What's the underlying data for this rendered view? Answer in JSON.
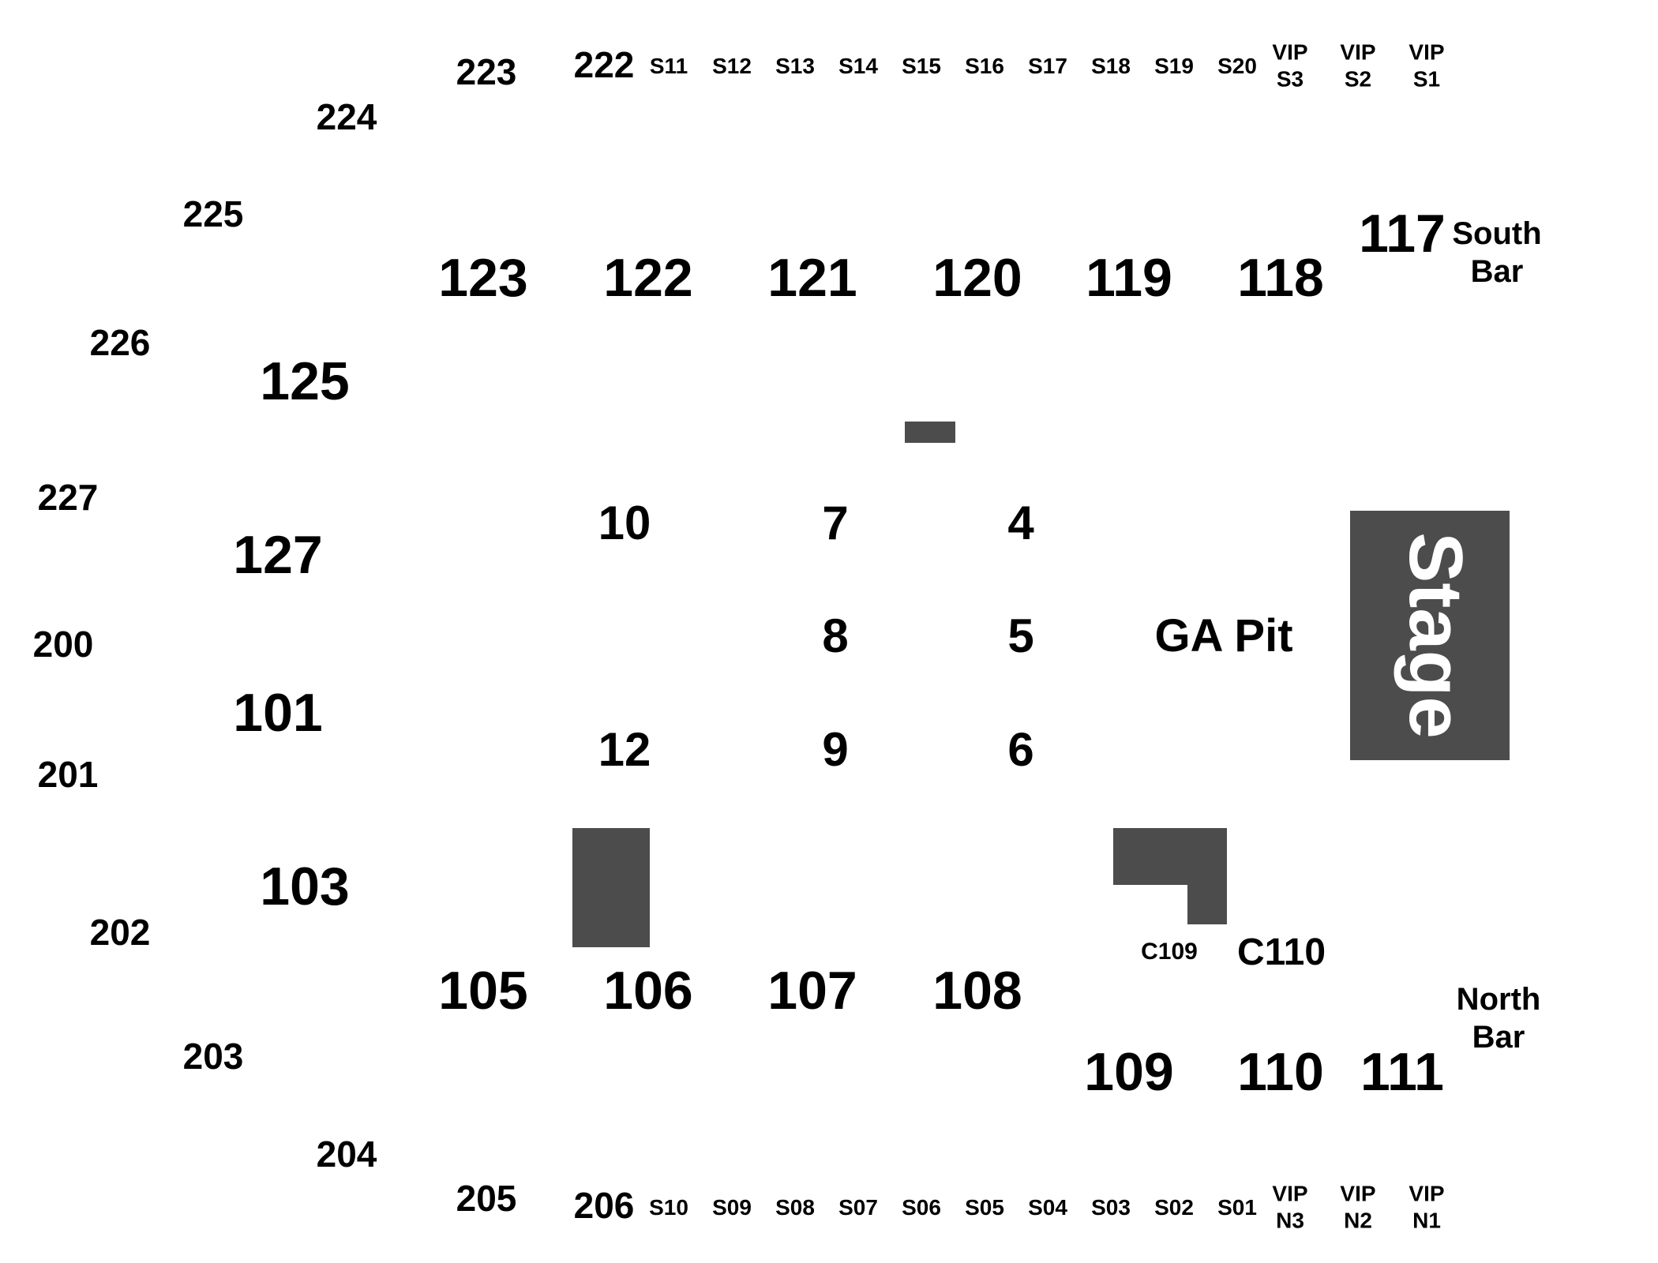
{
  "colors": {
    "background": "#ffffff",
    "text": "#000000",
    "blocks": "#4c4c4c",
    "stage_text": "#ffffff"
  },
  "upper_sections": {
    "s223": "223",
    "s222": "222",
    "s224": "224",
    "s225": "225",
    "s226": "226",
    "s227": "227",
    "s200": "200",
    "s201": "201",
    "s202": "202",
    "s203": "203",
    "s204": "204",
    "s205": "205",
    "s206": "206"
  },
  "suites_south": [
    "S11",
    "S12",
    "S13",
    "S14",
    "S15",
    "S16",
    "S17",
    "S18",
    "S19",
    "S20"
  ],
  "suites_north": [
    "S10",
    "S09",
    "S08",
    "S07",
    "S06",
    "S05",
    "S04",
    "S03",
    "S02",
    "S01"
  ],
  "vip_south": [
    "VIP",
    "S3",
    "VIP",
    "S2",
    "VIP",
    "S1"
  ],
  "vip_north": [
    "VIP",
    "N3",
    "VIP",
    "N2",
    "VIP",
    "N1"
  ],
  "lower_top": [
    "123",
    "122",
    "121",
    "120",
    "119",
    "118",
    "117"
  ],
  "lower_left": [
    "125",
    "127",
    "101",
    "103"
  ],
  "lower_bottom": [
    "105",
    "106",
    "107",
    "108",
    "109",
    "110",
    "111"
  ],
  "floor": [
    "10",
    "7",
    "4",
    "8",
    "5",
    "12",
    "9",
    "6"
  ],
  "ga_pit": "GA Pit",
  "stage": "Stage",
  "south_bar": [
    "South",
    "Bar"
  ],
  "north_bar": [
    "North",
    "Bar"
  ],
  "c109": "C109",
  "c110": "C110"
}
